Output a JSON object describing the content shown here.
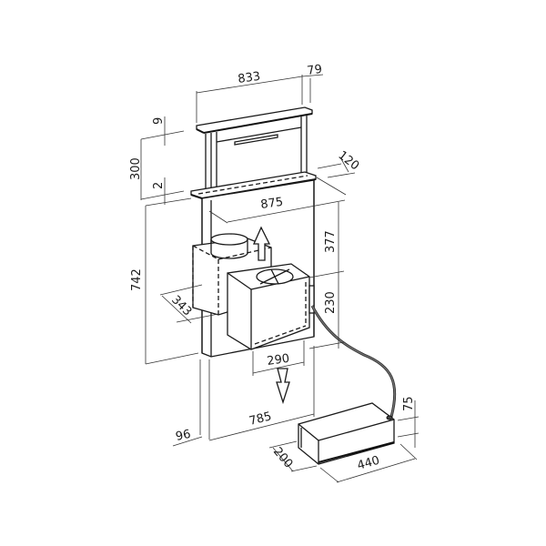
{
  "drawing": {
    "subject": "downdraft cooker hood with remote motor – dimensional drawing",
    "colors": {
      "line": "#1a1a1a",
      "background": "#ffffff"
    },
    "dimensions": {
      "hood_width": "833",
      "hood_depth": "79",
      "top_lip": "9",
      "extension_height": "300",
      "base_lip": "2",
      "trim_depth": "120",
      "cutout_width": "875",
      "upper_section": "377",
      "total_body_height": "742",
      "plenum_depth": "343",
      "plenum_height": "230",
      "plenum_width": "290",
      "body_depth": "96",
      "body_width": "785",
      "motor_height": "75",
      "motor_depth": "200",
      "motor_width": "440"
    },
    "icons": {
      "airflow_up": "arrow-up-outline",
      "airflow_down": "arrow-down-outline"
    }
  }
}
